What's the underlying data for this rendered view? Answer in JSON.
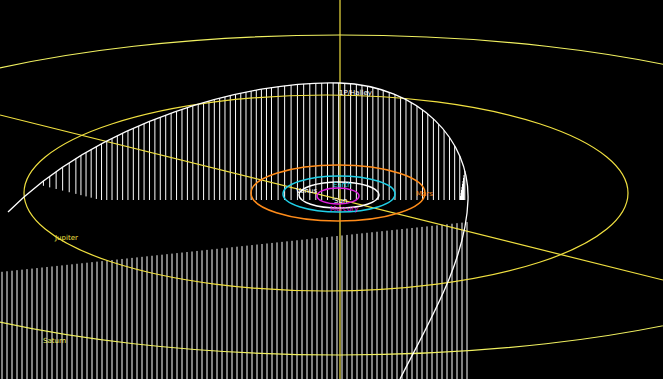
{
  "diagram": {
    "labels": [
      "1P/Halley",
      "Earth",
      "Venus",
      "Mars",
      "Sun",
      "Mercury",
      "Jupiter",
      "Saturn"
    ]
  }
}
